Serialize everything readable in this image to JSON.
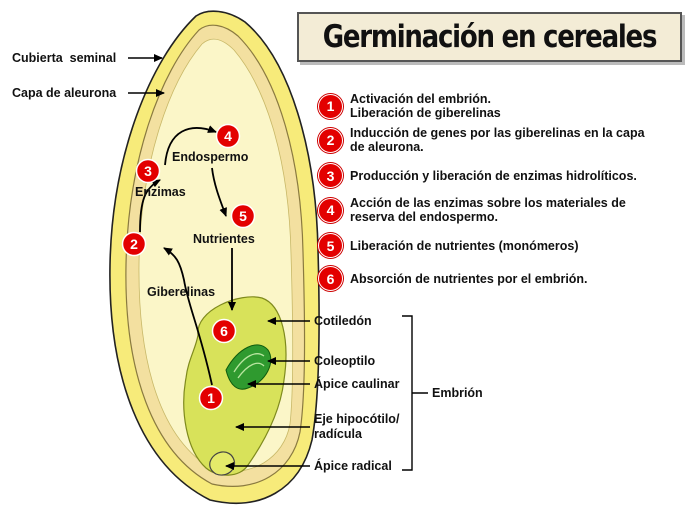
{
  "title": "Germinación en cereales",
  "labels": {
    "cubierta_seminal": "Cubierta  seminal",
    "capa_aleurona": "Capa de aleurona",
    "endospermo": "Endospermo",
    "enzimas": "Enzimas",
    "nutrientes": "Nutrientes",
    "giberelinas": "Giberelinas",
    "cotiledon": "Cotiledón",
    "coleoptilo": "Coleoptilo",
    "apice_caulinar": "Ápice caulinar",
    "embrion": "Embrión",
    "eje_line1": "Eje hipocótilo/",
    "eje_line2": "radícula",
    "apice_radical": "Ápice radical"
  },
  "steps": [
    {
      "number": "1",
      "text": "Activación del embrión.\nLiberación de giberelinas"
    },
    {
      "number": "2",
      "text": "Inducción de genes por las giberelinas en la capa\nde aleurona."
    },
    {
      "number": "3",
      "text": "Producción y liberación de enzimas hidrolíticos."
    },
    {
      "number": "4",
      "text": "Acción de las enzimas sobre los materiales de\nreserva del endospermo."
    },
    {
      "number": "5",
      "text": "Liberación de nutrientes (monómeros)"
    },
    {
      "number": "6",
      "text": "Absorción de nutrientes por el embrión."
    }
  ],
  "diagram_markers": [
    "4",
    "3",
    "2",
    "5",
    "6",
    "1"
  ],
  "colors": {
    "seed_coat": "#f7eb7a",
    "aleurone": "#f3e0a0",
    "endosperm": "#fbf6c8",
    "embryo": "#d8e25a",
    "coleoptile": "#2f9a2f",
    "badge": "#e30000"
  }
}
